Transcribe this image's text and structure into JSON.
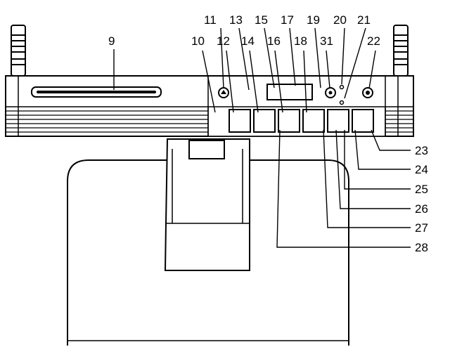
{
  "colors": {
    "line": "#000000",
    "fill": "#ffffff",
    "dark": "#000000"
  },
  "icons": [
    "antenna-icon",
    "eject-icon",
    "power-icon",
    "headphone-jack-icon",
    "led-indicator-icon",
    "disc-slot-icon"
  ],
  "callouts": {
    "n9": "9",
    "n10": "10",
    "n11": "11",
    "n12": "12",
    "n13": "13",
    "n14": "14",
    "n15": "15",
    "n16": "16",
    "n17": "17",
    "n18": "18",
    "n19": "19",
    "n20": "20",
    "n21": "21",
    "n22": "22",
    "n31": "31",
    "n23": "23",
    "n24": "24",
    "n25": "25",
    "n26": "26",
    "n27": "27",
    "n28": "28"
  }
}
